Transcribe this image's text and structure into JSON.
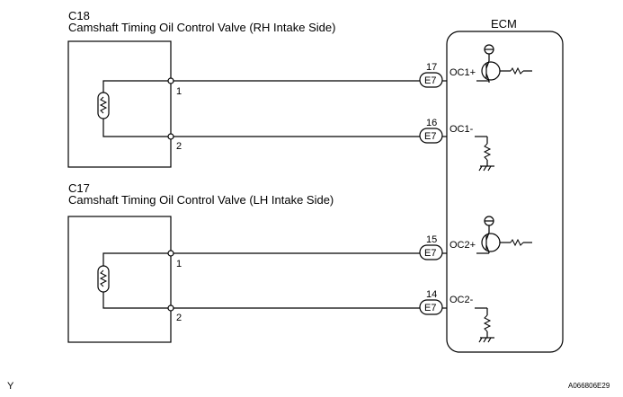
{
  "components": {
    "rh": {
      "id": "C18",
      "name": "Camshaft Timing Oil Control Valve (RH Intake Side)"
    },
    "lh": {
      "id": "C17",
      "name": "Camshaft Timing Oil Control Valve (LH Intake Side)"
    }
  },
  "ecm": {
    "label": "ECM"
  },
  "pins": {
    "rh_1": "1",
    "rh_2": "2",
    "lh_1": "1",
    "lh_2": "2"
  },
  "connections": [
    {
      "ecm_pin": "17",
      "connector": "E7",
      "signal": "OC1+"
    },
    {
      "ecm_pin": "16",
      "connector": "E7",
      "signal": "OC1-"
    },
    {
      "ecm_pin": "15",
      "connector": "E7",
      "signal": "OC2+"
    },
    {
      "ecm_pin": "14",
      "connector": "E7",
      "signal": "OC2-"
    }
  ],
  "footer": {
    "left": "Y",
    "right": "A066806E29"
  }
}
